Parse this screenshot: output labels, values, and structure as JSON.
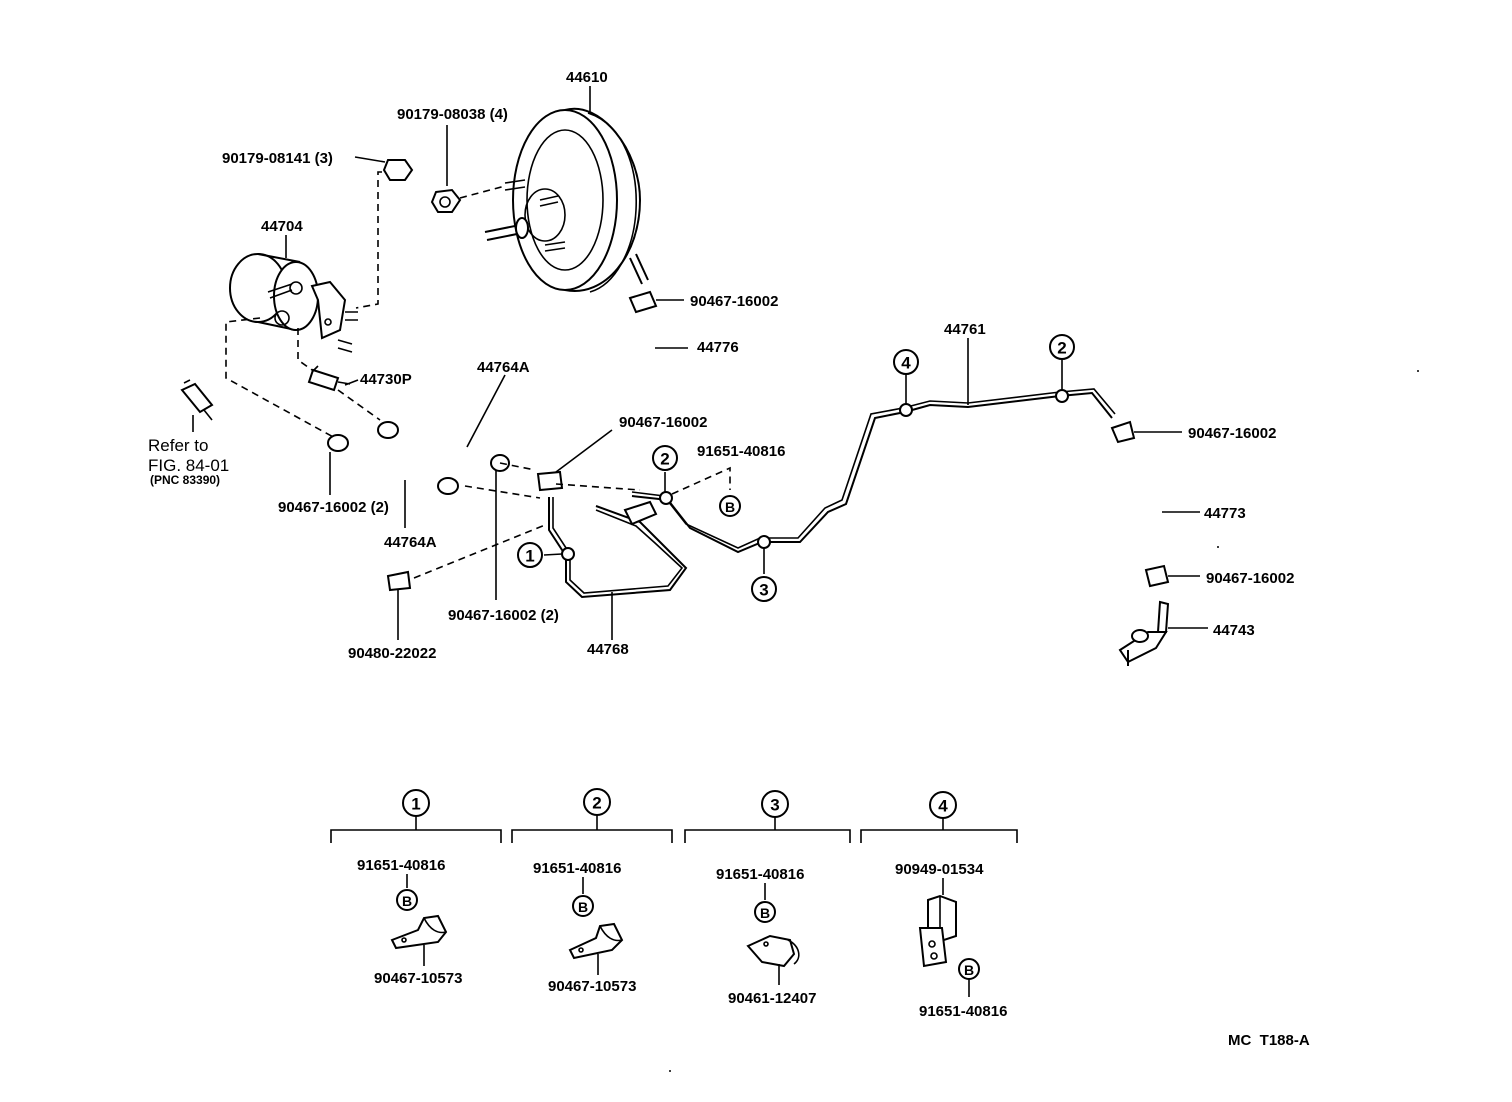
{
  "parts": {
    "booster": "44610",
    "booster_nut": "90179-08038 (4)",
    "reservoir_nut": "90179-08141 (3)",
    "reservoir": "44704",
    "clip_booster": "90467-16002",
    "hose_booster": "44776",
    "pipe_main": "44761",
    "clip_mid": "90467-16002",
    "bolt_main": "91651-40816",
    "clip_right_top": "90467-16002",
    "hose_right": "44773",
    "clip_right_bottom": "90467-16002",
    "union_right": "44743",
    "valve": "44730P",
    "hose_upper": "44764A",
    "hose_lower": "44764A",
    "clip_left_pair": "90467-16002 (2)",
    "clip_center_pair": "90467-16002 (2)",
    "grommet": "90480-22022",
    "pipe_left": "44768"
  },
  "refer": {
    "line1": "Refer to",
    "line2": "FIG. 84-01",
    "line3": "(PNC 83390)"
  },
  "markers": {
    "one": "1",
    "two": "2",
    "three": "3",
    "four": "4",
    "b": "B"
  },
  "details": [
    {
      "id": "1",
      "top": "91651-40816",
      "bottom": "90467-10573"
    },
    {
      "id": "2",
      "top": "91651-40816",
      "bottom": "90467-10573"
    },
    {
      "id": "3",
      "top": "91651-40816",
      "bottom": "90461-12407"
    },
    {
      "id": "4",
      "top": "90949-01534",
      "bottom": "91651-40816"
    }
  ],
  "code": "MC  T188-A"
}
